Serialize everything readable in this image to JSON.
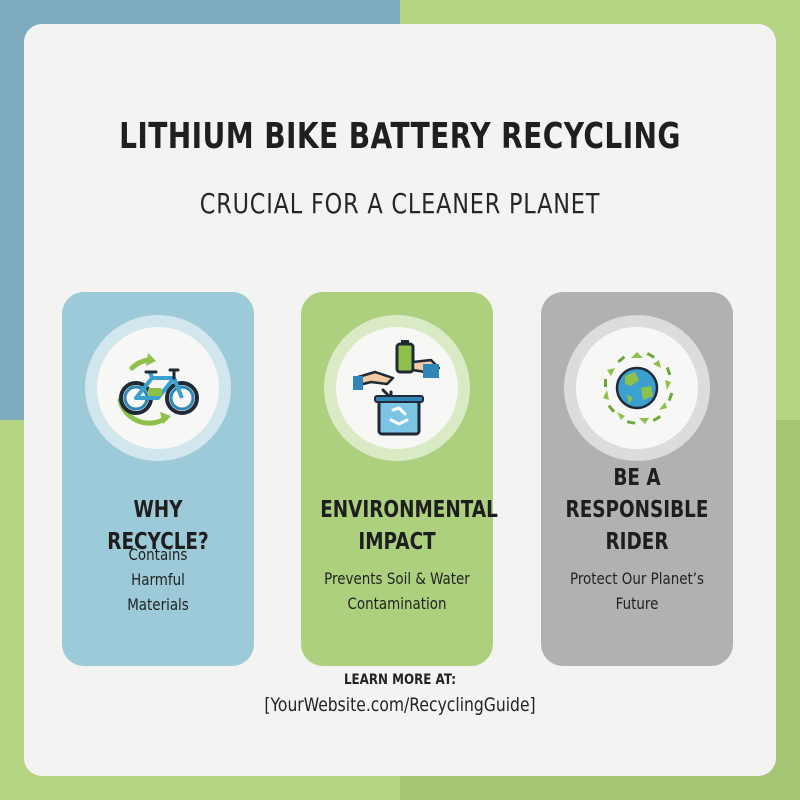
{
  "header": {
    "title": "LITHIUM BIKE BATTERY RECYCLING",
    "subtitle": "CRUCIAL FOR A CLEANER PLANET"
  },
  "pillars": [
    {
      "heading_lines": [
        "WHY RECYCLE?"
      ],
      "text_lines": [
        "Contains",
        "Harmful",
        "Materials"
      ],
      "icon": "bicycle-recycle-icon",
      "color": "#9ccad8"
    },
    {
      "heading_lines": [
        "ENVIRONMENTAL",
        "IMPACT"
      ],
      "text_lines": [
        "Prevents Soil & Water",
        "Contamination"
      ],
      "icon": "battery-disposal-bin-icon",
      "color": "#acd07e"
    },
    {
      "heading_lines": [
        "BE A",
        "RESPONSIBLE",
        "RIDER"
      ],
      "text_lines": [
        "Protect Our Planet’s",
        "Future"
      ],
      "icon": "earth-recycle-arrows-icon",
      "color": "#b1b1b0"
    }
  ],
  "footer": {
    "label": "LEARN MORE AT:",
    "url": "[YourWebsite.com/RecyclingGuide]"
  },
  "colors": {
    "background_blue": "#7eabbf",
    "background_green": "#b6d582",
    "accent_green": "#8fc04a",
    "accent_blue": "#2f87b8"
  }
}
